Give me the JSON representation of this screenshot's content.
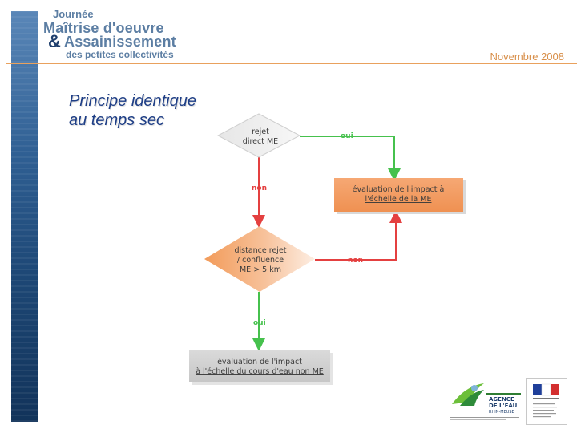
{
  "header": {
    "line1": "Journée",
    "line2": "Maîtrise d'oeuvre",
    "amp": "&",
    "line3": "Assainissement",
    "line4": "des petites collectivités",
    "date": "Novembre 2008"
  },
  "slide": {
    "title_line1": "Principe identique",
    "title_line2": "au temps sec"
  },
  "diagram": {
    "decision1": [
      "rejet",
      "direct ME"
    ],
    "decision2": [
      "distance rejet",
      "/ confluence",
      "ME > 5 km"
    ],
    "box_top_right": [
      "évaluation de l'impact à",
      "l'échelle de la ME"
    ],
    "box_bottom": [
      "évaluation de l'impact",
      "à l'échelle du cours d'eau non ME"
    ],
    "edge_labels": {
      "d1_yes": "oui",
      "d1_no": "non",
      "d2_no": "non",
      "d2_yes": "oui"
    },
    "colors": {
      "yes": "#46c14d",
      "no": "#e44040",
      "orange": "#f29b5a",
      "gray": "#d0d0d0"
    }
  },
  "logos": {
    "agence": "agence-eau-rhin-meuse-logo",
    "republique": "republique-francaise-logo"
  }
}
